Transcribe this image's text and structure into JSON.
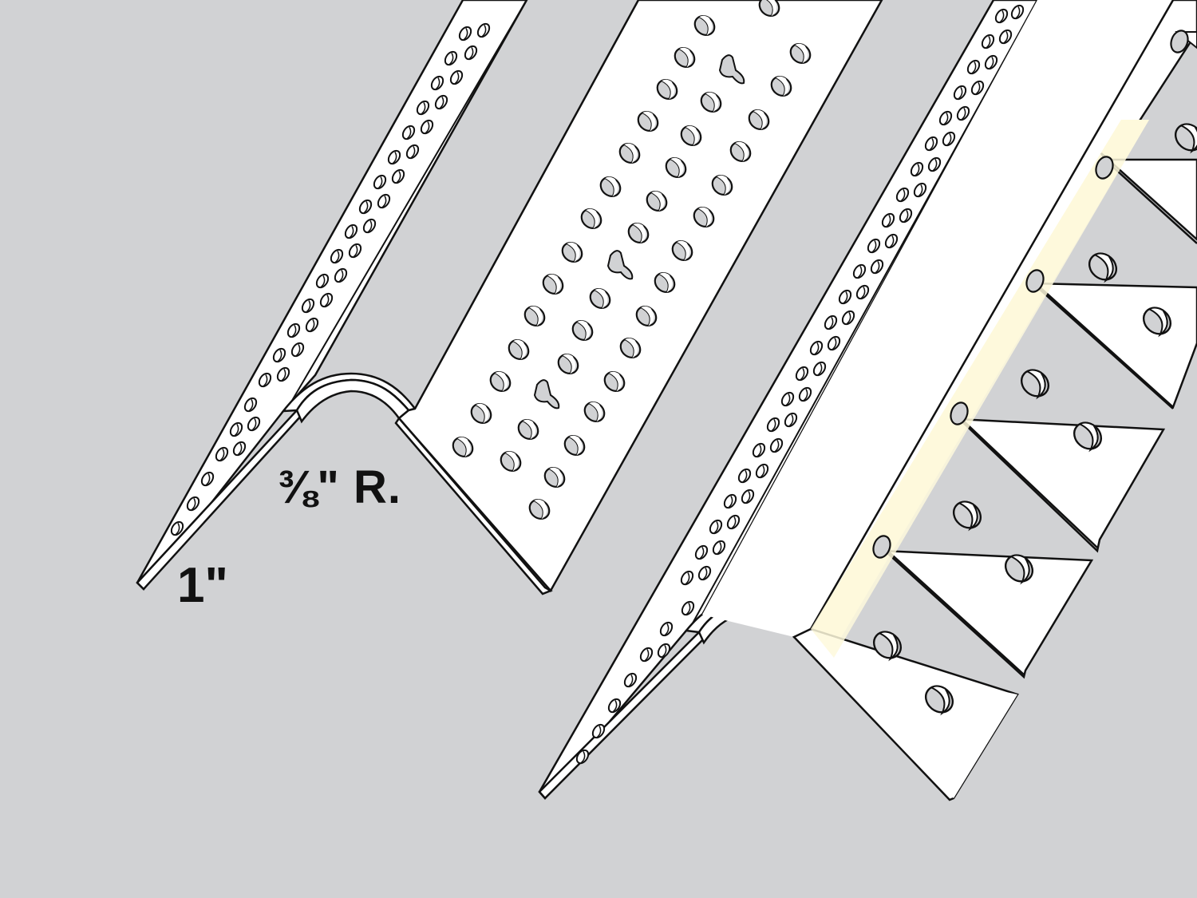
{
  "diagram": {
    "subject": "Drywall corner bead profiles",
    "background_color": "#d1d2d4",
    "line_color": "#111111",
    "fill_color": "#ffffff",
    "hole_color": "#d1d2d4",
    "tape_color": "#fef9dc",
    "labels": {
      "flange_width": "1\"",
      "radius": "⅜\" R."
    },
    "parts": [
      {
        "name": "left-bullnose-corner-bead",
        "features": [
          "perforated flanges",
          "3/8 inch radius bullnose",
          "1 inch flange"
        ]
      },
      {
        "name": "right-bullnose-corner-bead-with-tape-tabs",
        "features": [
          "perforated flange",
          "3/8 inch radius bullnose",
          "paper tape strip",
          "perforated tabs"
        ]
      }
    ]
  }
}
